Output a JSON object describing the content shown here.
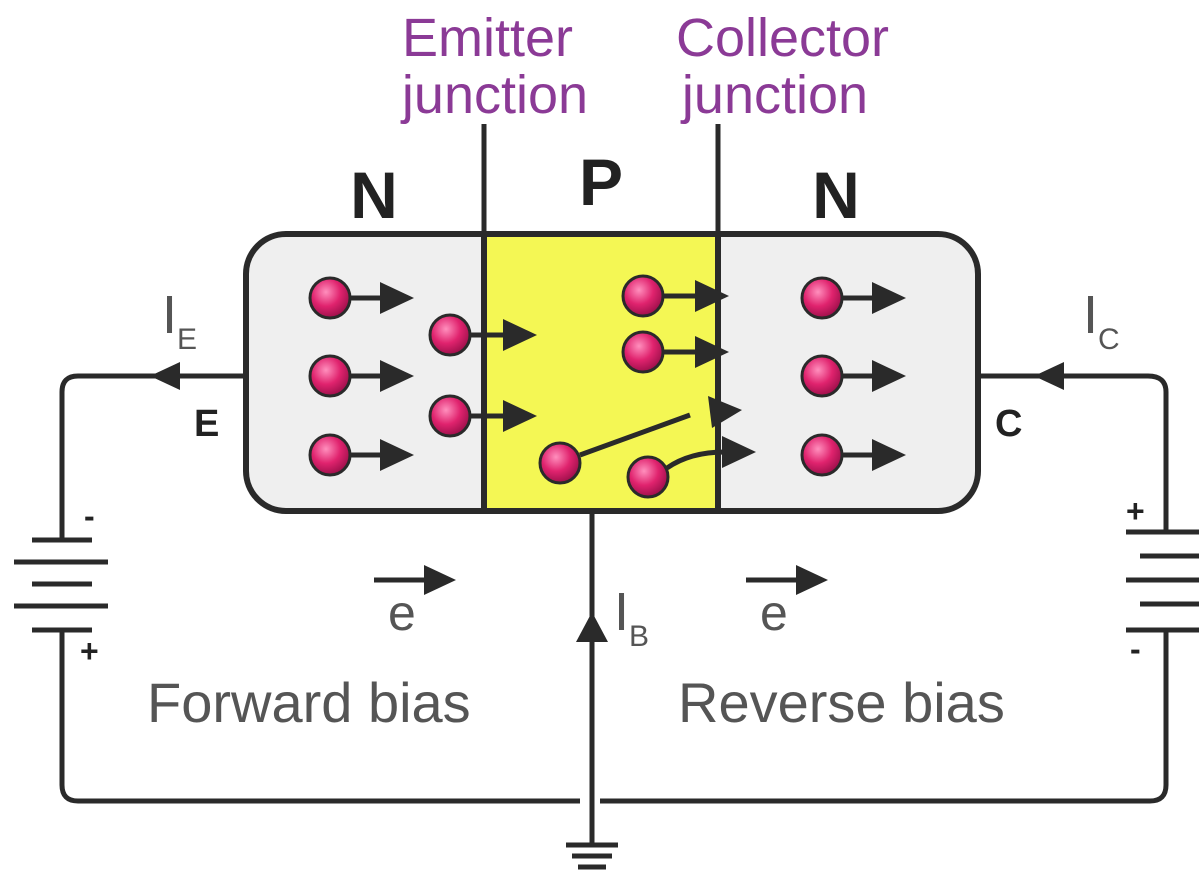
{
  "junctions": {
    "emitter": [
      "Emitter",
      "junction"
    ],
    "collector": [
      "Collector",
      "junction"
    ]
  },
  "regions": {
    "left": "N",
    "middle": "P",
    "right": "N"
  },
  "terminals": {
    "emitter": "E",
    "collector": "C"
  },
  "currents": {
    "emitter": {
      "main": "I",
      "sub": "E"
    },
    "collector": {
      "main": "I",
      "sub": "C"
    },
    "base": {
      "main": "I",
      "sub": "B"
    }
  },
  "electron_symbol": "e",
  "bias": {
    "forward": "Forward bias",
    "reverse": "Reverse bias"
  },
  "battery_left": {
    "top": "-",
    "bottom": "+"
  },
  "battery_right": {
    "top": "+",
    "bottom": "-"
  },
  "colors": {
    "n_region": "#efefef",
    "p_region": "#f4f754",
    "electron": "#e0236e",
    "junction_text": "#8B3A96",
    "wire": "#2a2a2a"
  }
}
